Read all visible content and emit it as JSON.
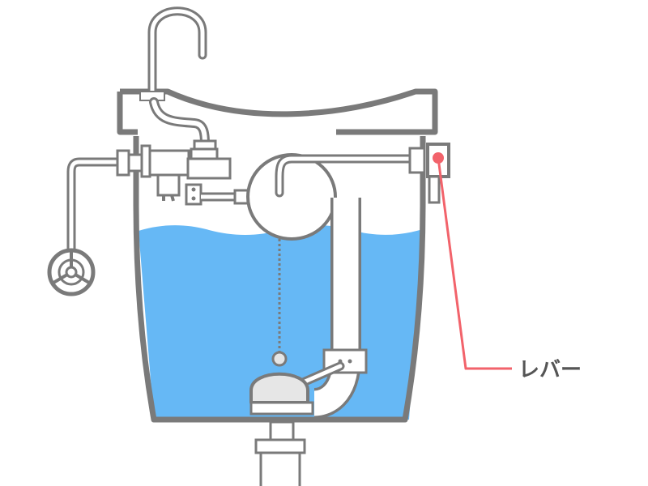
{
  "callout": {
    "label": "レバー",
    "color": "#f2636b"
  },
  "colors": {
    "outline": "#7a7a7a",
    "water": "#66b8f5",
    "part_fill": "#ffffff",
    "valve_fill": "#e6e6e6"
  },
  "parts": [
    "toilet-tank",
    "supply-faucet",
    "stop-valve",
    "ball-tap",
    "float-ball",
    "overflow-pipe",
    "chain",
    "flapper-valve",
    "drain-pipe",
    "lever"
  ]
}
